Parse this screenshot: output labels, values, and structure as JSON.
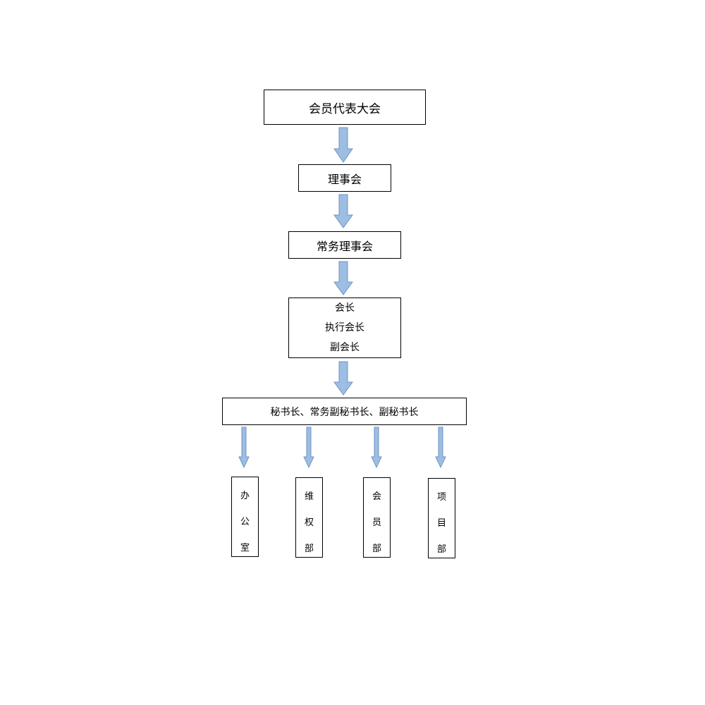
{
  "nodes": {
    "general_assembly": "会员代表大会",
    "council": "理事会",
    "standing_council": "常务理事会",
    "presidents": [
      "会长",
      "执行会长",
      "副会长"
    ],
    "secretariat": "秘书长、常务副秘书长、副秘书长",
    "departments": [
      [
        "办",
        "公",
        "室"
      ],
      [
        "维",
        "权",
        "部"
      ],
      [
        "会",
        "员",
        "部"
      ],
      [
        "项",
        "目",
        "部"
      ]
    ]
  },
  "colors": {
    "arrow_fill": "#9dbde3",
    "arrow_stroke": "#6d94c6",
    "box_border": "#000000"
  }
}
